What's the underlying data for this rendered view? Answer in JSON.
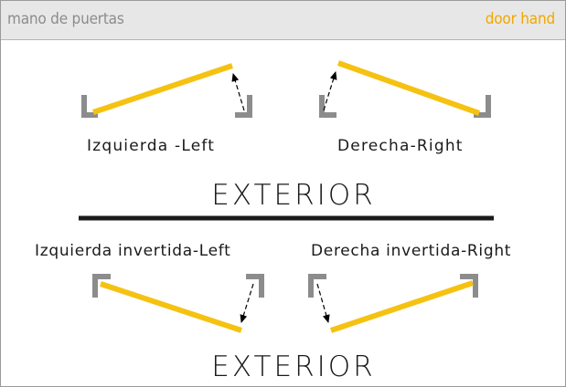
{
  "header": {
    "title_es": "mano de puertas",
    "title_en": "door hand"
  },
  "diagram": {
    "top_row": {
      "left_label": "Izquierda -Left",
      "right_label": "Derecha-Right",
      "side_label": "EXTERIOR"
    },
    "bottom_row": {
      "left_label": "Izquierda invertida-Left",
      "right_label": "Derecha invertida-Right",
      "side_label": "EXTERIOR"
    }
  },
  "colors": {
    "door_leaf": "#f5c211",
    "frame": "#8c8c8c",
    "wall_line": "#1a1a1a",
    "title_es": "#8c8c8c",
    "title_en": "#f2a700"
  }
}
